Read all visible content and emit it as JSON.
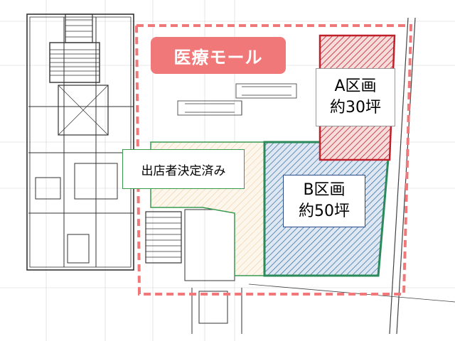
{
  "labels": {
    "mall": "医療モール",
    "tenant_decided": "出店者決定済み",
    "a_section": {
      "name": "A区画",
      "area": "約30坪"
    },
    "b_section": {
      "name": "B区画",
      "area": "約50坪"
    }
  },
  "colors": {
    "mall_boundary": "#f07878",
    "a_section": "#c0202a",
    "b_section": "#2a8a5a",
    "b_hatch": "#2a6aa0",
    "decided_area": "#f4c080"
  }
}
